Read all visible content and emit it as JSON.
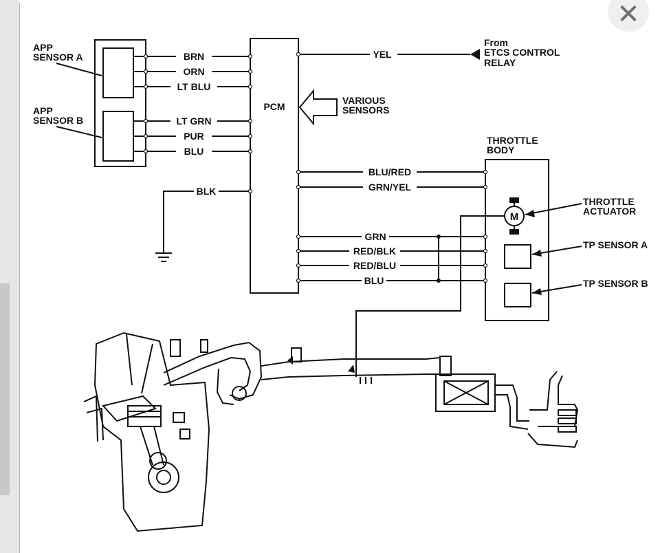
{
  "close_icon_glyph": "✕",
  "labels": {
    "app_sensor_a": [
      "APP",
      "SENSOR A"
    ],
    "app_sensor_b": [
      "APP",
      "SENSOR B"
    ],
    "pcm": "PCM",
    "various_sensors": [
      "VARIOUS",
      "SENSORS"
    ],
    "from_etcs": [
      "From",
      "ETCS CONTROL",
      "RELAY"
    ],
    "throttle_body": [
      "THROTTLE",
      "BODY"
    ],
    "throttle_actuator": [
      "THROTTLE",
      "ACTUATOR"
    ],
    "motor_symbol": "M",
    "tp_sensor_a": "TP SENSOR A",
    "tp_sensor_b": "TP SENSOR B"
  },
  "wires": {
    "brn": "BRN",
    "orn": "ORN",
    "lt_blu": "LT BLU",
    "lt_grn": "LT GRN",
    "pur": "PUR",
    "blu_b": "BLU",
    "blk": "BLK",
    "yel": "YEL",
    "blu_red": "BLU/RED",
    "grn_yel": "GRN/YEL",
    "grn": "GRN",
    "red_blk": "RED/BLK",
    "red_blu": "RED/BLU",
    "blu_tb": "BLU"
  }
}
